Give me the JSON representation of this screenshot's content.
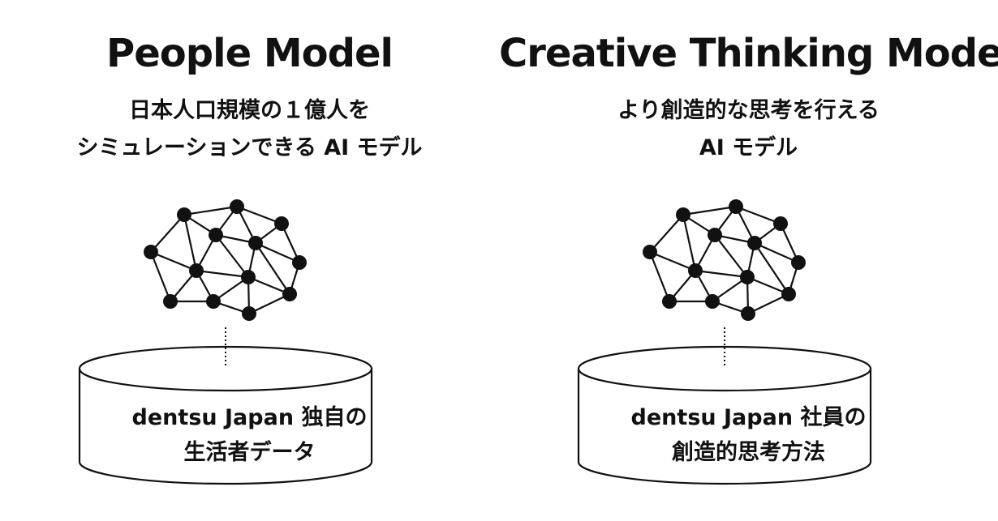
{
  "left": {
    "title": "People Model",
    "subtitle_lines": [
      "日本人口規模の１億人を",
      "シミュレーションできる AI モデル"
    ],
    "database_lines": [
      "dentsu Japan 独自の",
      "生活者データ"
    ]
  },
  "right": {
    "title": "Creative Thinking Model",
    "subtitle_lines": [
      "より創造的な思考を行える",
      "AI モデル"
    ],
    "database_lines": [
      "dentsu Japan 社員の",
      "創造的思考方法"
    ]
  },
  "colors": {
    "ink": "#111111",
    "background": "#ffffff"
  },
  "icons": [
    "neural-network-icon",
    "database-cylinder-icon"
  ]
}
